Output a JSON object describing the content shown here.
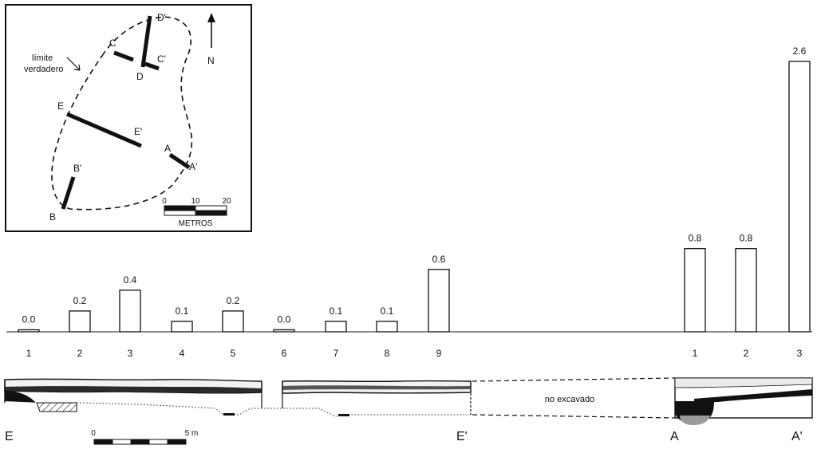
{
  "map": {
    "boundary_label_line1": "límite",
    "boundary_label_line2": "verdadero",
    "north_label": "N",
    "points": {
      "A": "A",
      "A_prime": "A'",
      "B": "B",
      "B_prime": "B'",
      "C": "C",
      "C_prime": "C'",
      "D": "D",
      "D_prime": "D'",
      "E": "E",
      "E_prime": "E'"
    },
    "scale": {
      "ticks": [
        "0",
        "10",
        "20"
      ],
      "unit_label": "METROS"
    }
  },
  "chart_data": {
    "type": "bar",
    "groups": [
      {
        "name": "E–E'",
        "categories": [
          "1",
          "2",
          "3",
          "4",
          "5",
          "6",
          "7",
          "8",
          "9"
        ],
        "values": [
          0.0,
          0.2,
          0.4,
          0.1,
          0.2,
          0.0,
          0.1,
          0.1,
          0.6
        ]
      },
      {
        "name": "A–A'",
        "categories": [
          "1",
          "2",
          "3"
        ],
        "values": [
          0.8,
          0.8,
          2.6
        ]
      }
    ],
    "value_labels": [
      "0.0",
      "0.2",
      "0.4",
      "0.1",
      "0.2",
      "0.0",
      "0.1",
      "0.1",
      "0.6",
      "0.8",
      "0.8",
      "2.6"
    ],
    "ylim": [
      0,
      2.6
    ]
  },
  "profile": {
    "not_excavated_label": "no excavado",
    "end_labels": {
      "E": "E",
      "E_prime": "E'",
      "A": "A",
      "A_prime": "A'"
    },
    "scale": {
      "zero": "0",
      "five": "5 m"
    }
  }
}
